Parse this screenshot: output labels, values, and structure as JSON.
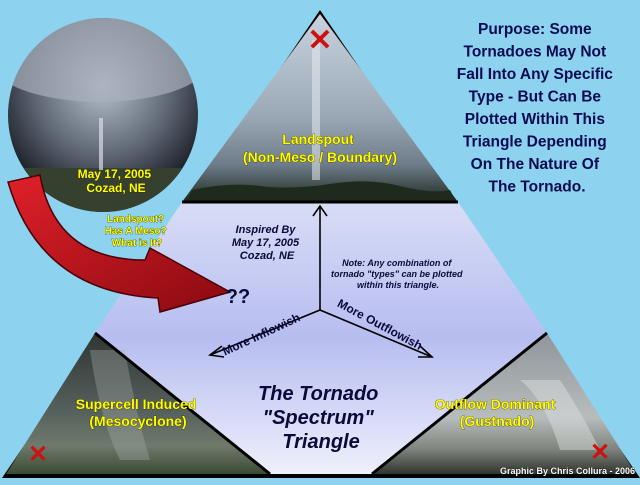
{
  "purpose": {
    "lines": [
      "Purpose: Some",
      "Tornadoes May Not",
      "Fall Into Any Specific",
      "Type - But Can Be",
      "Plotted Within This",
      "Triangle Depending",
      "On The Nature Of",
      "The Tornado."
    ],
    "color": "#0b0b52"
  },
  "landspout": {
    "line1": "Landspout",
    "line2": "(Non-Meso / Boundary)"
  },
  "supercell": {
    "line1": "Supercell Induced",
    "line2": "(Mesocyclone)"
  },
  "outflow": {
    "line1": "Outflow Dominant",
    "line2": "(Gustnado)"
  },
  "inset": {
    "caption_line1": "May 17, 2005",
    "caption_line2": "Cozad, NE",
    "questions": [
      "Landspout?",
      "Has A Meso?",
      "What is It?"
    ]
  },
  "center": {
    "inspired_lines": [
      "Inspired By",
      "May 17, 2005",
      "Cozad, NE"
    ],
    "qq": "??",
    "note_lines": [
      "Note: Any combination of",
      "tornado \"types\" can be plotted",
      "within this triangle."
    ],
    "inflow_label": "More Inflowish",
    "outflow_label": "More Outflowish"
  },
  "title": {
    "line1": "The Tornado",
    "line2": "\"Spectrum\"",
    "line3": "Triangle"
  },
  "credit": "Graphic By Chris Collura - 2006",
  "markers": {
    "x_glyph": "✕",
    "x_color": "#cc1111"
  },
  "colors": {
    "background": "#8dd2ef",
    "label_yellow": "#ffff00",
    "arrow_red": "#c8101a"
  }
}
